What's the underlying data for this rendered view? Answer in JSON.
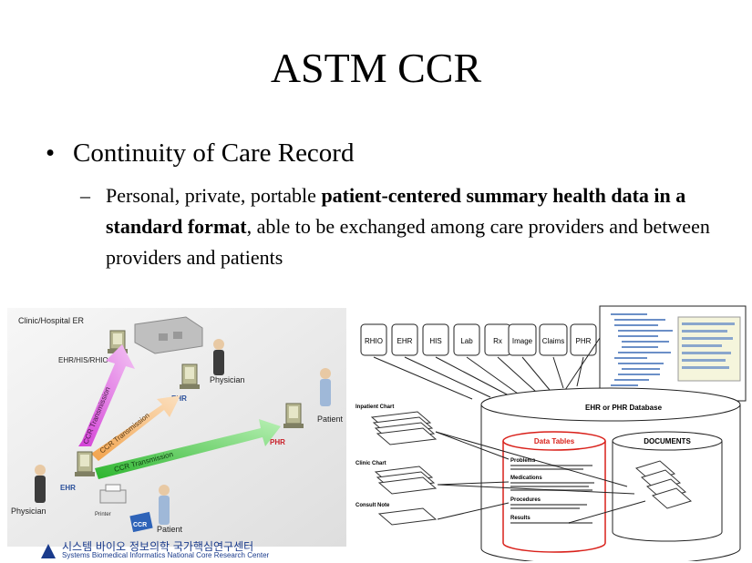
{
  "title": "ASTM CCR",
  "bullet": "Continuity of Care Record",
  "sub_bullet": {
    "part1": "Personal, private, portable ",
    "bold": "patient-centered summary health data in a standard format",
    "part2": ", able to be exchanged among care providers and between providers and patients"
  },
  "left_diagram": {
    "clinic_label": "Clinic/Hospital ER",
    "ehr_his_rhio": "EHR/HIS/RHIO",
    "physician_top": "Physician",
    "ehr_mid": "EHR",
    "patient_right": "Patient",
    "phr": "PHR",
    "ehr_left": "EHR",
    "physician_left": "Physician",
    "printer": "Printer",
    "ccr_badge": "CCR",
    "patient_bottom": "Patient",
    "transmissions": [
      "CCR Transmission",
      "CCR Transmission",
      "CCR Transmission"
    ]
  },
  "right_diagram": {
    "systems": [
      "RHIO",
      "EHR",
      "HIS",
      "Lab",
      "Rx",
      "Image",
      "Claims",
      "PHR"
    ],
    "database_label": "EHR or PHR Database",
    "data_tables": "Data Tables",
    "documents": "DOCUMENTS",
    "inputs": [
      "Inpatient Chart",
      "Clinic Chart",
      "Consult Note"
    ],
    "table_sections": [
      "Problems",
      "Medications",
      "Procedures",
      "Results"
    ]
  },
  "footer": {
    "korean": "시스템 바이오 정보의학 국가핵심연구센터",
    "english": "Systems Biomedical Informatics National Core Research Center"
  },
  "colors": {
    "arrow_magenta": "#d33fd6",
    "arrow_orange": "#f2a24a",
    "arrow_green": "#38c23a",
    "table_border": "#d9201a",
    "footer_blue": "#1a3b8c"
  }
}
